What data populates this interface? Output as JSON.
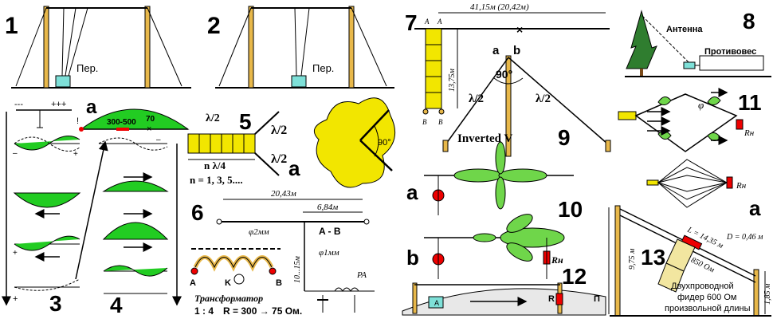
{
  "panel_numbers": {
    "p1": "1",
    "p2": "2",
    "p3": "3",
    "p4": "4",
    "p5": "5",
    "p6": "6",
    "p7": "7",
    "p8": "8",
    "p9": "9",
    "p10": "10",
    "p11": "11",
    "p12": "12",
    "p13": "13"
  },
  "letters": {
    "a": "a",
    "b": "b",
    "A": "A",
    "B": "B",
    "K": "K",
    "minus": "–",
    "plus": "+",
    "plus3": "+++",
    "minus3": "---",
    "excl": "!"
  },
  "panel1": {
    "transmitter_label": "Пер."
  },
  "panel2": {
    "transmitter_label": "Пер."
  },
  "panel3a": {
    "range_label": "300-500",
    "mark_label": "70"
  },
  "panel5": {
    "half_wave_top": "λ/2",
    "half_wave_mid": "λ/2",
    "half_wave_bot": "λ/2",
    "quarter_label": "n λ/4",
    "n_label": "n = 1, 3, 5...."
  },
  "panel5a": {
    "angle": "90°"
  },
  "panel6": {
    "length_top": "20,43м",
    "length_short": "6,84м",
    "wire_label": "φ2мм",
    "ab_label": "A - B",
    "wire2_label": "φ1мм",
    "height_label": "10...15м",
    "pa_label": "PA",
    "transformer_title": "Трансформатор",
    "transformer_ratio": "1 : 4",
    "transformer_formula": "R = 300 → 75 Ом."
  },
  "panel7": {
    "length": "41,15м (20,42м)",
    "height": "13,75м"
  },
  "panel8": {
    "antenna_label": "Антенна",
    "counterpoise_label": "Противовес"
  },
  "panel9": {
    "angle": "90°",
    "left_half": "λ/2",
    "right_half": "λ/2",
    "name": "Inverted V"
  },
  "panel10": {
    "load_label": "Rн"
  },
  "panel11": {
    "phi": "φ",
    "load_label": "Rн",
    "load_label_a": "Rн"
  },
  "panel12": {
    "load_label": "R",
    "p_label": "П"
  },
  "panel13": {
    "length_label": "L = 14,35 м",
    "load_label": "Rн = 850 Ом",
    "d_label": "D = 0,46 м",
    "height_left": "9,75 м",
    "height_right": "1,85 м",
    "feeder_line1": "Двухпроводной",
    "feeder_line2": "фидер 600 Ом",
    "feeder_line3": "произвольной длины"
  }
}
